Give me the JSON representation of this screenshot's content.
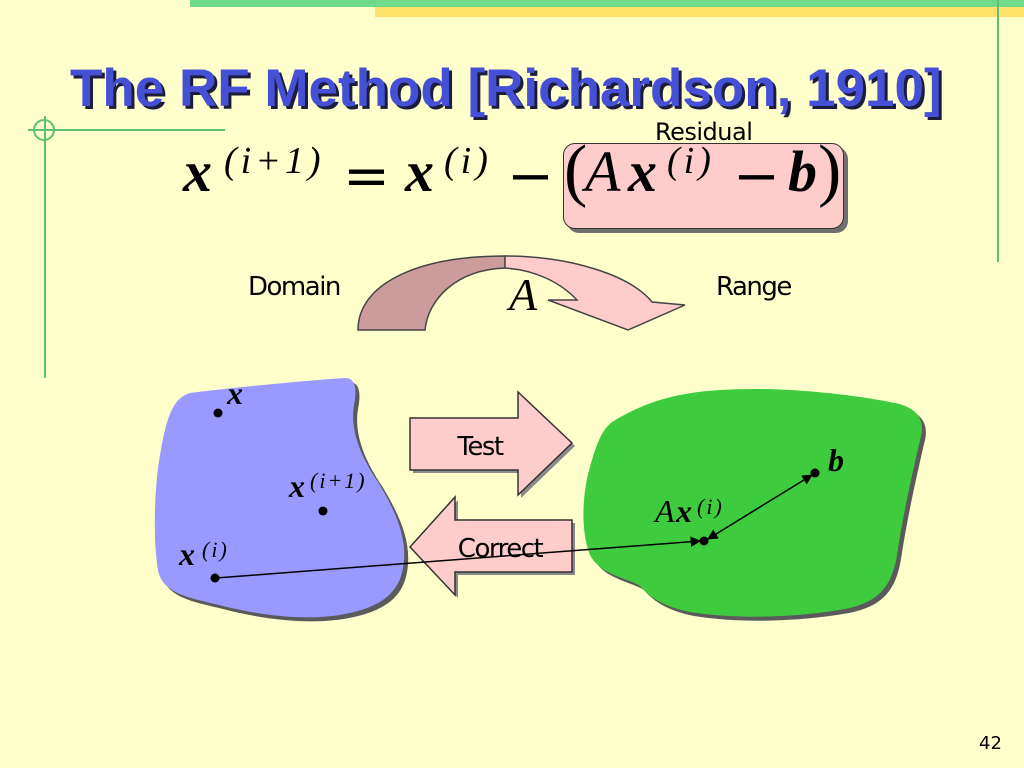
{
  "slide": {
    "title": "The RF Method [Richardson, 1910]",
    "page_number": "42"
  },
  "equation": {
    "lhs_var": "x",
    "lhs_sup": "(i+1)",
    "equals": "=",
    "rhs_var": "x",
    "rhs_sup": "(i)",
    "minus": "−",
    "residual": {
      "label": "Residual",
      "open_paren": "(",
      "matrix": "A",
      "var": "x",
      "sup": "(i)",
      "minus": "−",
      "vector": "b",
      "close_paren": ")"
    }
  },
  "mapping": {
    "domain_label": "Domain",
    "range_label": "Range",
    "operator": "A"
  },
  "domain_points": {
    "x": {
      "var": "x"
    },
    "x_next": {
      "var": "x",
      "sup": "(i+1)"
    },
    "x_i": {
      "var": "x",
      "sup": "(i)"
    }
  },
  "range_points": {
    "ax_i": {
      "matrix": "A",
      "var": "x",
      "sup": "(i)"
    },
    "b": {
      "var": "b"
    }
  },
  "actions": {
    "test_label": "Test",
    "correct_label": "Correct"
  },
  "colors": {
    "background": "#FFFFCC",
    "title": "#4650D6",
    "domain_fill": "#9999FF",
    "range_fill": "#3ECC3E",
    "arrow_fill": "#FFCCCC",
    "arrow_dark_fill": "#CC9C9C",
    "accent_green": "#70D98A",
    "accent_yellow": "#FFE26B",
    "accent_line": "#5DC26F"
  }
}
